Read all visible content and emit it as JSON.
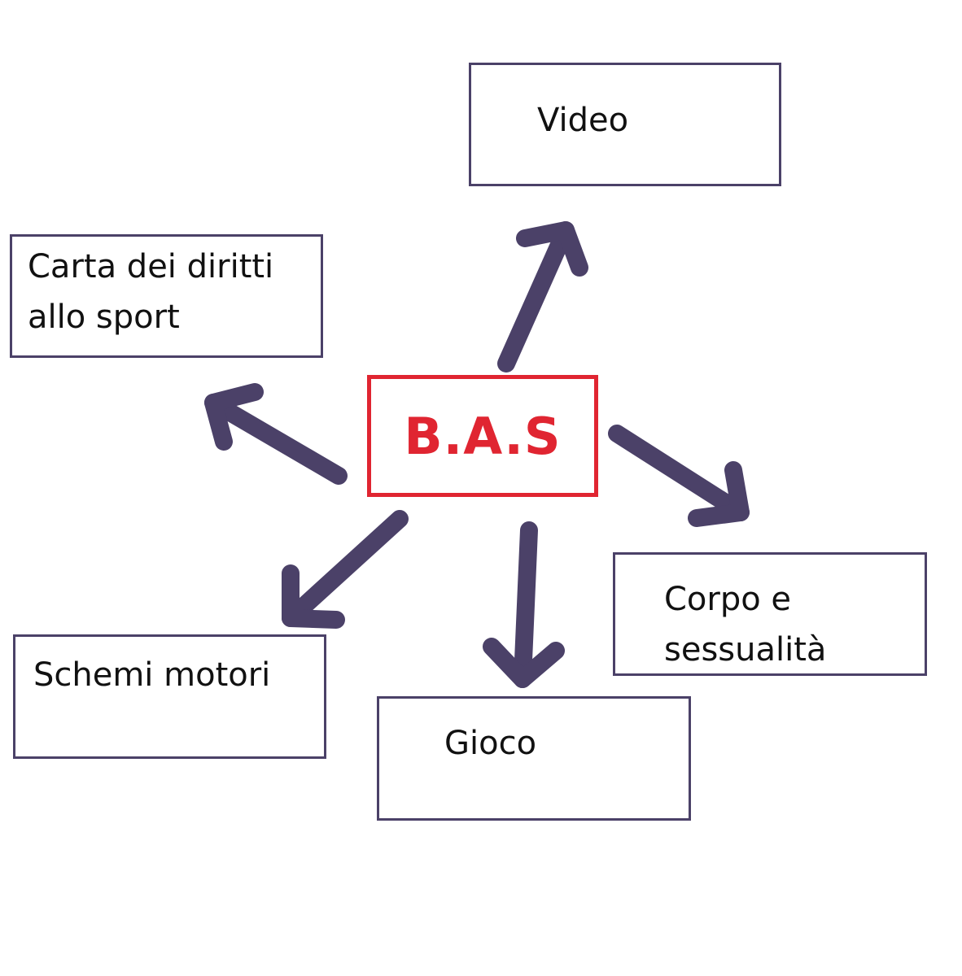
{
  "center": {
    "label": "B.A.S"
  },
  "nodes": {
    "video": {
      "label": "Video"
    },
    "carta": {
      "line1": "Carta dei diritti",
      "line2": "allo sport"
    },
    "corpo": {
      "line1": "Corpo e",
      "line2": "sessualità"
    },
    "schemi": {
      "label": "Schemi motori"
    },
    "gioco": {
      "label": "Gioco"
    }
  },
  "colors": {
    "arrow": "#4b4168",
    "box_border": "#4b4168",
    "center": "#e02531",
    "text": "#111111"
  }
}
